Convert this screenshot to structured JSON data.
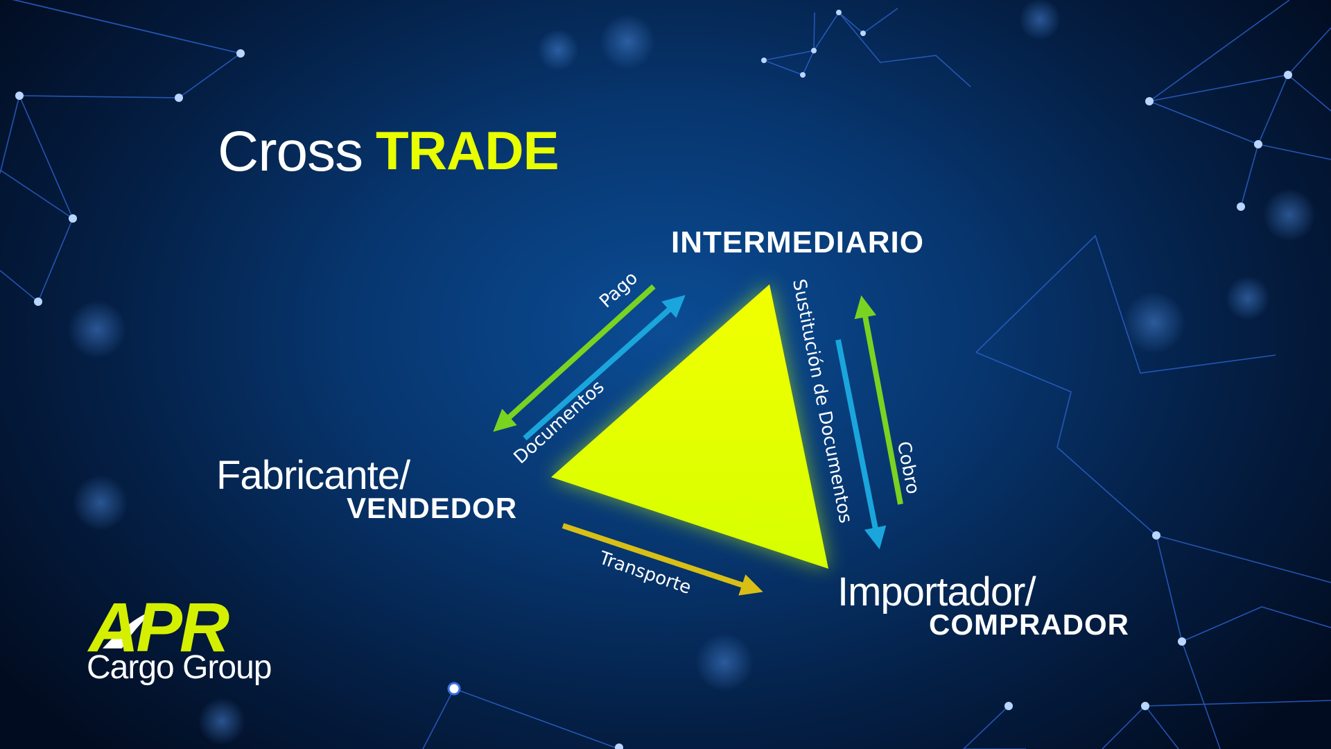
{
  "title": {
    "part1": "Cross",
    "part2": "TRADE"
  },
  "nodes": {
    "intermediary": "INTERMEDIARIO",
    "seller_line1": "Fabricante/",
    "seller_line2": "VENDEDOR",
    "buyer_line1": "Importador/",
    "buyer_line2": "COMPRADOR"
  },
  "flows": {
    "payment": "Pago",
    "documents": "Documentos",
    "doc_substitution": "Sustitución de Documentos",
    "collection": "Cobro",
    "transport": "Transporte"
  },
  "logo": {
    "mark": "APR",
    "subtitle": "Cargo Group"
  },
  "colors": {
    "triangle": "#e9ff00",
    "accent_yellow": "#e9ff00",
    "arrow_green": "#7ad321",
    "arrow_blue": "#1aa6dc",
    "arrow_gold": "#d9bf15",
    "text": "#ffffff"
  }
}
